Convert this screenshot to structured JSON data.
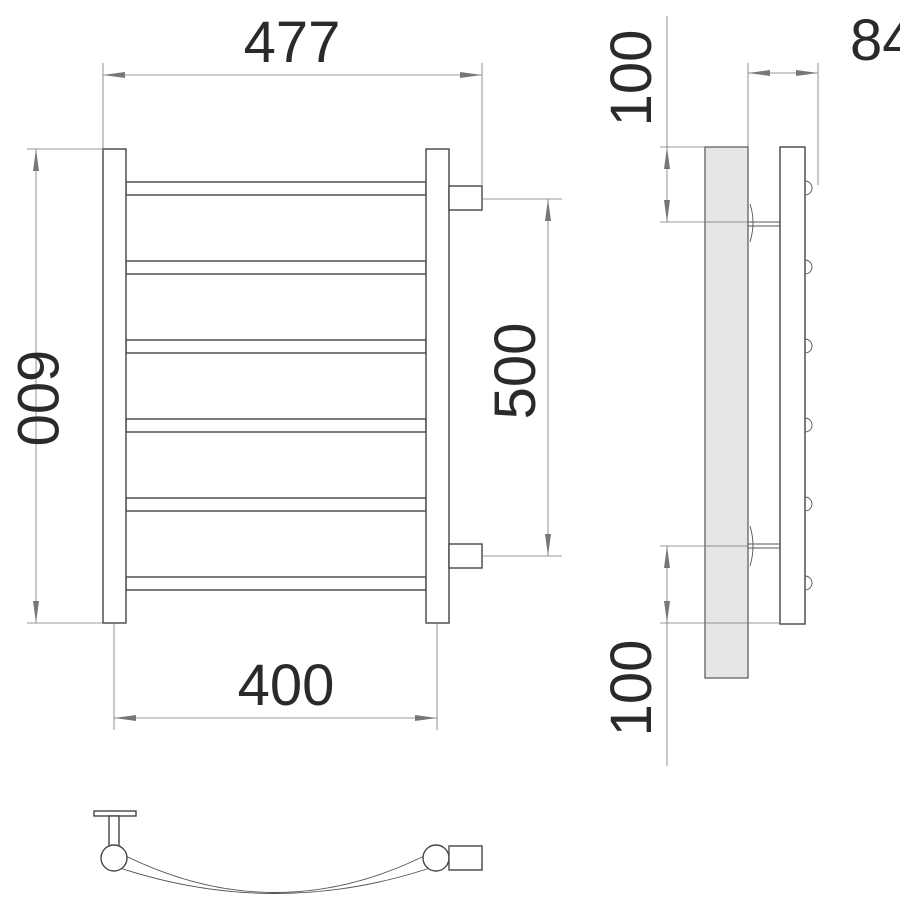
{
  "dimensions": {
    "overall_width": "477",
    "overall_height": "600",
    "connection_spacing": "500",
    "pipe_spacing": "400",
    "wall_projection": "84",
    "top_offset": "100",
    "bottom_offset": "100"
  },
  "views": {
    "front_rungs": 6,
    "side_hooks": 6,
    "side_mounts": 2
  },
  "colors": {
    "line": "#444444",
    "dimension_line": "#777777",
    "wall_fill": "#e6e6e6",
    "text": "#2a2a2a"
  }
}
